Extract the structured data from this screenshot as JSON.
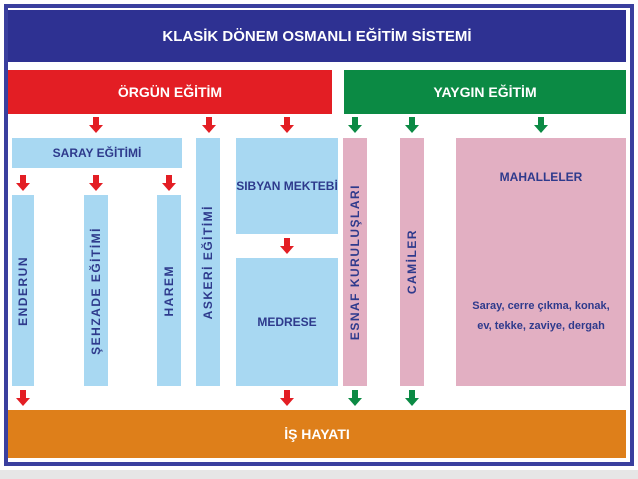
{
  "title": "KLASİK DÖNEM OSMANLI EĞİTİM SİSTEMİ",
  "orgun": {
    "label": "ÖRGÜN EĞİTİM",
    "saray": {
      "label": "SARAY EĞİTİMİ",
      "children": [
        "ENDERUN",
        "ŞEHZADE EĞİTİMİ",
        "HAREM"
      ]
    },
    "askeri": "ASKERİ EĞİTİMİ",
    "sibyan": "SIBYAN MEKTEBİ",
    "medrese": "MEDRESE"
  },
  "yaygin": {
    "label": "YAYGIN EĞİTİM",
    "esnaf": "ESNAF KURULUŞLARI",
    "camiler": "CAMİLER",
    "mahalleler": {
      "title": "MAHALLELER",
      "details": "Saray, cerre çıkma, konak, ev, tekke, zaviye, dergah"
    }
  },
  "is_hayati": "İŞ HAYATI",
  "colors": {
    "frame": "#3a3f9e",
    "title_bg": "#2e3192",
    "orgun_bg": "#e31e24",
    "yaygin_bg": "#0b8a44",
    "is_bg": "#de7f1a",
    "blue_box": "#a8d8f2",
    "pink_box": "#e2afc2",
    "red_arrow": "#e31e24",
    "green_arrow": "#0b8a44"
  }
}
